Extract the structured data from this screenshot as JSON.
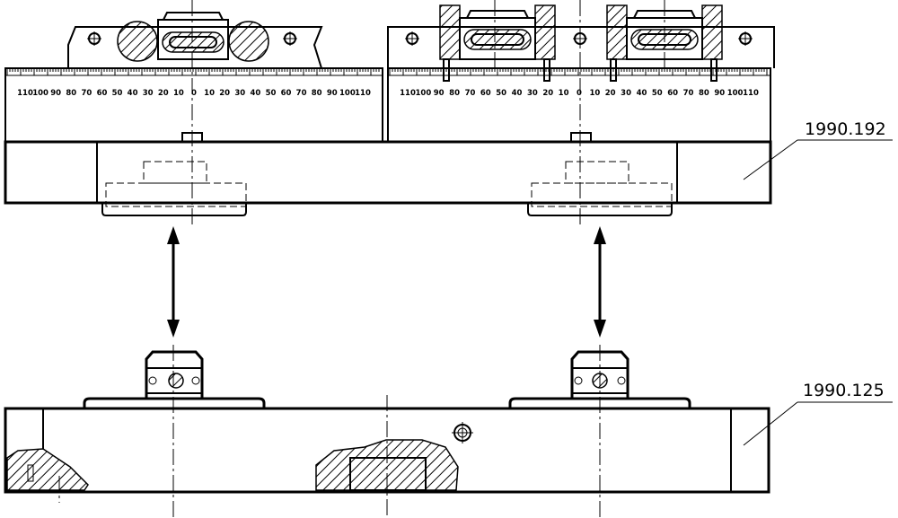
{
  "parts": {
    "upper": {
      "part_number": "1990.192"
    },
    "lower": {
      "part_number": "1990.125"
    }
  },
  "scales": {
    "left": [
      "110",
      "100",
      "90",
      "80",
      "70",
      "60",
      "50",
      "40",
      "30",
      "20",
      "10",
      "0",
      "10",
      "20",
      "30",
      "40",
      "50",
      "60",
      "70",
      "80",
      "90",
      "100",
      "110"
    ],
    "right": [
      "110",
      "100",
      "90",
      "80",
      "70",
      "60",
      "50",
      "40",
      "30",
      "20",
      "10",
      "0",
      "10",
      "20",
      "30",
      "40",
      "50",
      "60",
      "70",
      "80",
      "90",
      "100",
      "110"
    ]
  },
  "arrows": [
    {
      "name": "assembly-arrow-left",
      "direction": "bidirectional"
    },
    {
      "name": "assembly-arrow-right",
      "direction": "bidirectional"
    }
  ]
}
